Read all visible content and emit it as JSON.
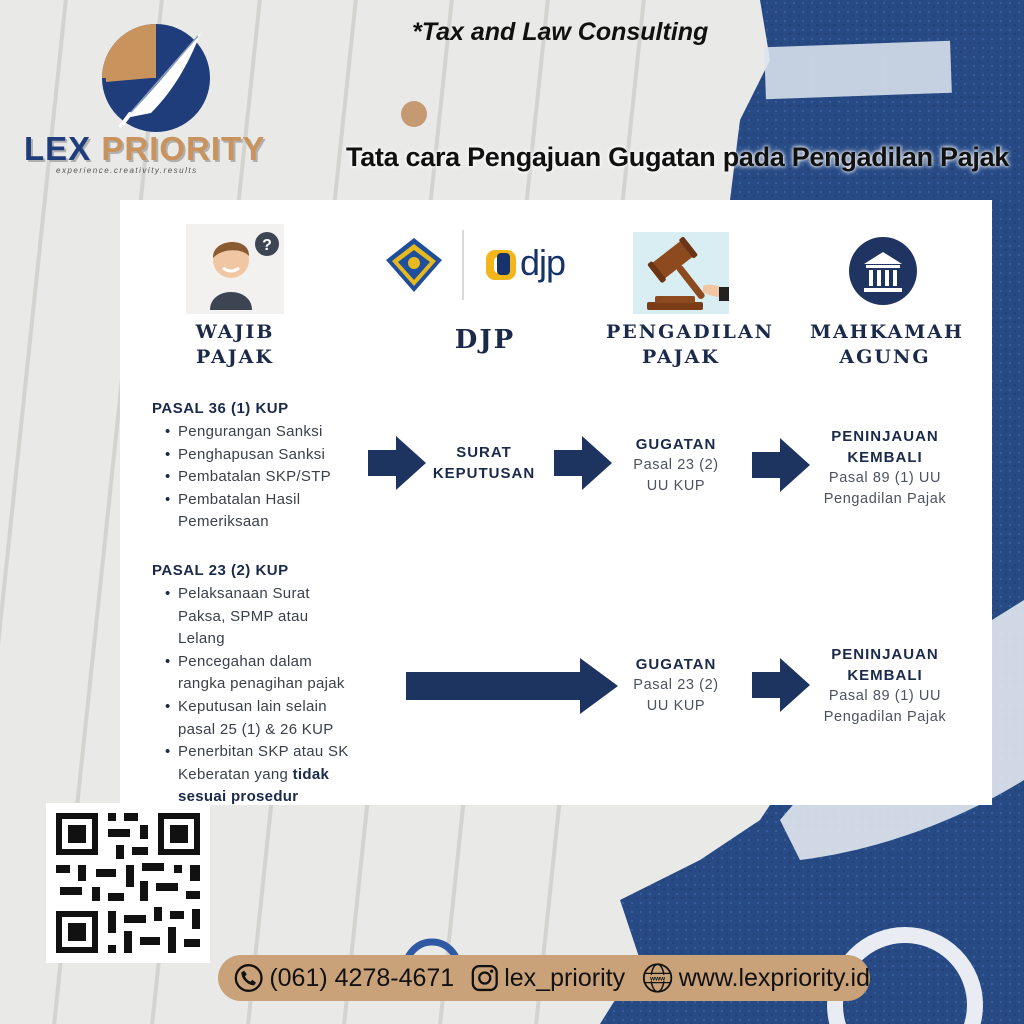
{
  "header": {
    "tagline": "*Tax and Law Consulting",
    "title": "Tata cara Pengajuan Gugatan pada Pengadilan Pajak"
  },
  "brand": {
    "name_part1": "LEX",
    "name_part2": "PRIORITY",
    "slogan": "experience.creativity.results"
  },
  "columns": [
    {
      "line1": "WAJIB",
      "line2": "PAJAK",
      "icon": "person-question-icon"
    },
    {
      "line1": "DJP",
      "line2": "",
      "icon": "djp-logo",
      "logo_text": "djp"
    },
    {
      "line1": "PENGADILAN",
      "line2": "PAJAK",
      "icon": "gavel-icon"
    },
    {
      "line1": "MAHKAMAH",
      "line2": "AGUNG",
      "icon": "courthouse-icon"
    }
  ],
  "flow1": {
    "heading": "PASAL 36 (1) KUP",
    "items": [
      "Pengurangan Sanksi",
      "Penghapusan Sanksi",
      "Pembatalan SKP/STP",
      "Pembatalan Hasil",
      "Pemeriksaan"
    ],
    "step_djp": {
      "line1": "SURAT",
      "line2": "KEPUTUSAN"
    },
    "step_court": {
      "title": "GUGATAN",
      "line1": "Pasal 23 (2)",
      "line2": "UU KUP"
    },
    "step_ma": {
      "title1": "PENINJAUAN",
      "title2": "KEMBALI",
      "line1": "Pasal 89 (1) UU",
      "line2": "Pengadilan Pajak"
    }
  },
  "flow2": {
    "heading": "PASAL 23 (2) KUP",
    "item_lines": [
      "Pelaksanaan Surat",
      "Paksa, SPMP atau",
      "Lelang",
      "Pencegahan dalam",
      "rangka penagihan pajak",
      "Keputusan lain selain",
      "pasal 25 (1) & 26 KUP",
      "Penerbitan SKP atau SK",
      "Keberatan yang",
      "tidak",
      "sesuai prosedur"
    ],
    "step_court": {
      "title": "GUGATAN",
      "line1": "Pasal 23 (2)",
      "line2": "UU KUP"
    },
    "step_ma": {
      "title1": "PENINJAUAN",
      "title2": "KEMBALI",
      "line1": "Pasal 89 (1) UU",
      "line2": "Pengadilan Pajak"
    }
  },
  "contact": {
    "phone": "(061) 4278-4671",
    "instagram": "lex_priority",
    "website": "www.lexpriority.id",
    "www_label": "www"
  },
  "colors": {
    "navy": "#1b2a4a",
    "arrow": "#1d3461",
    "gold": "#c9a279",
    "blue_bg": "#274a85"
  }
}
